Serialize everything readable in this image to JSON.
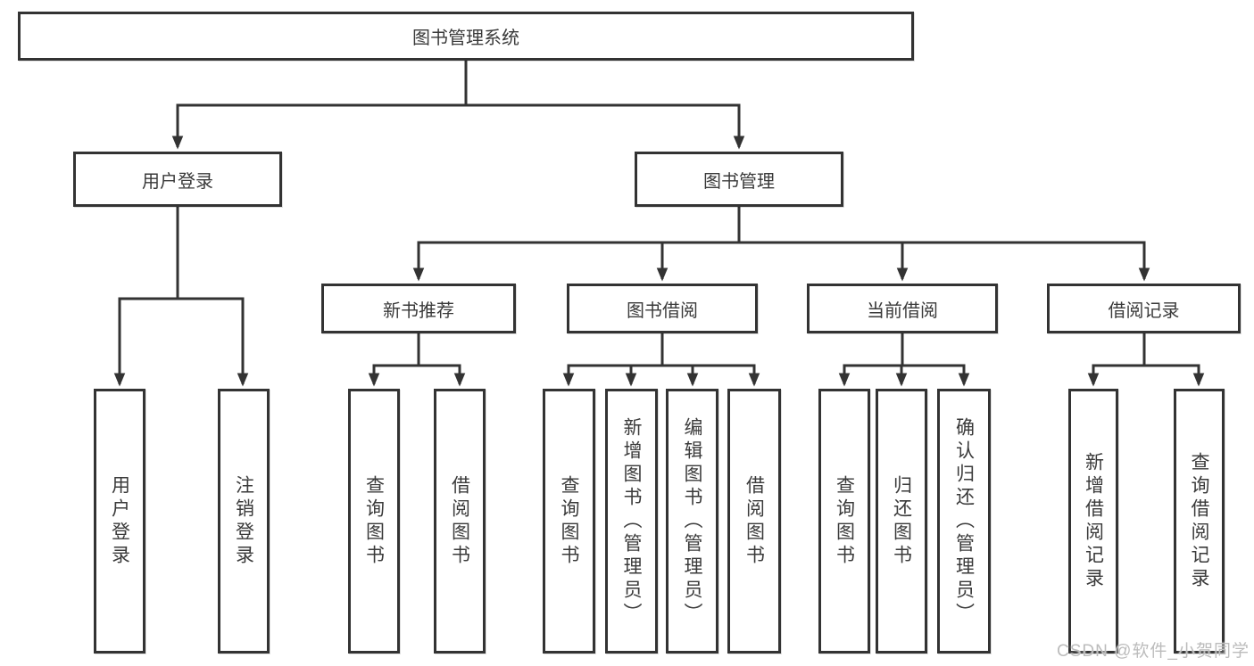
{
  "diagram_title": "图书管理系统",
  "tree": {
    "root": {
      "label": "图书管理系统",
      "children": [
        {
          "label": "用户登录",
          "children": [
            {
              "label": "用户登录"
            },
            {
              "label": "注销登录"
            }
          ]
        },
        {
          "label": "图书管理",
          "children": [
            {
              "label": "新书推荐",
              "children": [
                {
                  "label": "查询图书"
                },
                {
                  "label": "借阅图书"
                }
              ]
            },
            {
              "label": "图书借阅",
              "children": [
                {
                  "label": "查询图书"
                },
                {
                  "label": "新增图书（管理员）"
                },
                {
                  "label": "编辑图书（管理员）"
                },
                {
                  "label": "借阅图书"
                }
              ]
            },
            {
              "label": "当前借阅",
              "children": [
                {
                  "label": "查询图书"
                },
                {
                  "label": "归还图书"
                },
                {
                  "label": "确认归还（管理员）"
                }
              ]
            },
            {
              "label": "借阅记录",
              "children": [
                {
                  "label": "新增借阅记录"
                },
                {
                  "label": "查询借阅记录"
                }
              ]
            }
          ]
        }
      ]
    }
  },
  "watermark": "CSDN @软件_小贺同学",
  "colors": {
    "line": "#333333",
    "box_border": "#333333",
    "text": "#3a3a3a",
    "watermark": "#bcbcbc",
    "background": "#ffffff"
  }
}
